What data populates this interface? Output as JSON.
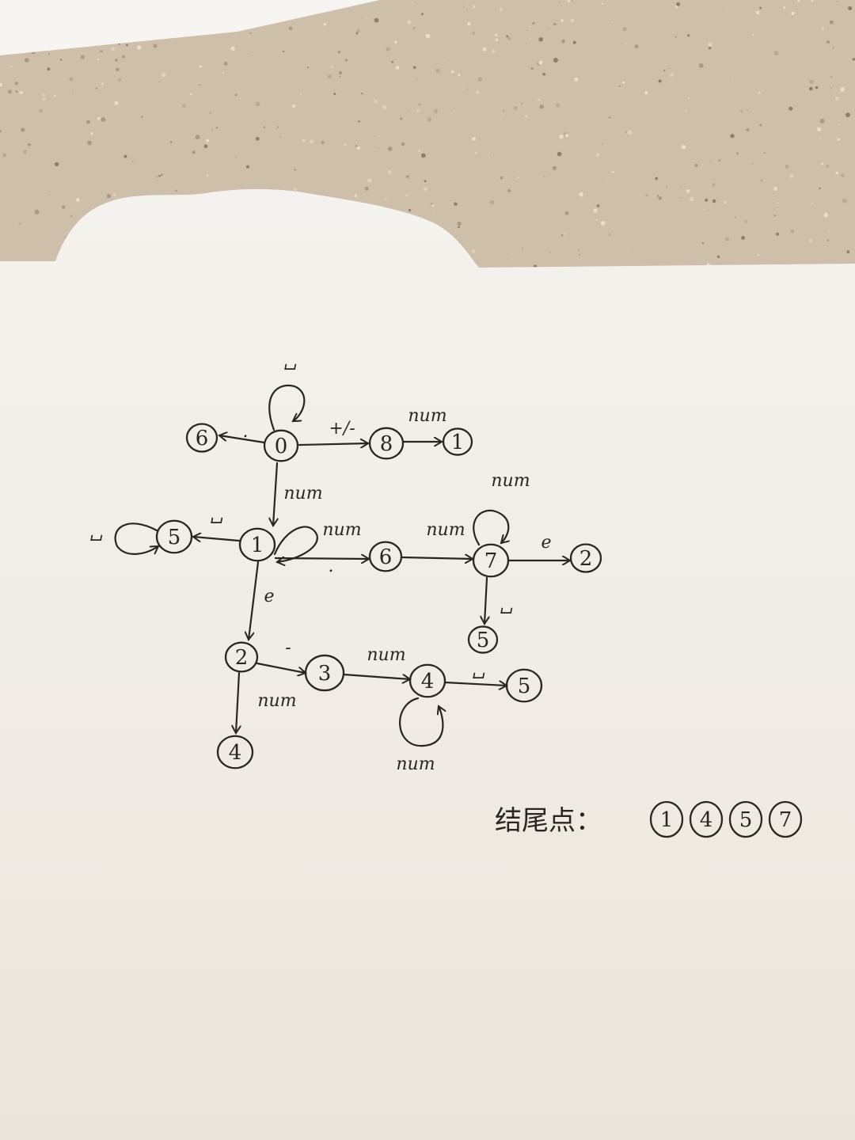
{
  "diagram": {
    "nodes": [
      {
        "id": "n0",
        "label": "0"
      },
      {
        "id": "n6a",
        "label": "6"
      },
      {
        "id": "n8",
        "label": "8"
      },
      {
        "id": "n1a",
        "label": "1"
      },
      {
        "id": "n1",
        "label": "1"
      },
      {
        "id": "n5a",
        "label": "5"
      },
      {
        "id": "n6b",
        "label": "6"
      },
      {
        "id": "n7",
        "label": "7"
      },
      {
        "id": "n2a",
        "label": "2"
      },
      {
        "id": "n5b",
        "label": "5"
      },
      {
        "id": "n2",
        "label": "2"
      },
      {
        "id": "n3",
        "label": "3"
      },
      {
        "id": "n4",
        "label": "4"
      },
      {
        "id": "n5c",
        "label": "5"
      },
      {
        "id": "n4b",
        "label": "4"
      }
    ],
    "edges": [
      {
        "from": "n0",
        "to": "n0",
        "label": "␣"
      },
      {
        "from": "n0",
        "to": "n6a",
        "label": "."
      },
      {
        "from": "n0",
        "to": "n8",
        "label": "+/-"
      },
      {
        "from": "n8",
        "to": "n1a",
        "label": "num"
      },
      {
        "from": "n0",
        "to": "n1",
        "label": "num"
      },
      {
        "from": "n1",
        "to": "n1",
        "label": "num"
      },
      {
        "from": "n1",
        "to": "n5a",
        "label": "␣"
      },
      {
        "from": "n5a",
        "to": "n5a",
        "label": "␣"
      },
      {
        "from": "n1",
        "to": "n6b",
        "label": "."
      },
      {
        "from": "n6b",
        "to": "n7",
        "label": "num"
      },
      {
        "from": "n7",
        "to": "n7",
        "label": "num"
      },
      {
        "from": "n7",
        "to": "n2a",
        "label": "e"
      },
      {
        "from": "n7",
        "to": "n5b",
        "label": "␣"
      },
      {
        "from": "n1",
        "to": "n2",
        "label": "e"
      },
      {
        "from": "n2",
        "to": "n3",
        "label": "-"
      },
      {
        "from": "n3",
        "to": "n4",
        "label": "num"
      },
      {
        "from": "n4",
        "to": "n4",
        "label": "num"
      },
      {
        "from": "n4",
        "to": "n5c",
        "label": "␣"
      },
      {
        "from": "n2",
        "to": "n4b",
        "label": "num"
      }
    ]
  },
  "legend": {
    "label": "结尾点：",
    "nodes": [
      "1",
      "4",
      "5",
      "7"
    ]
  },
  "colors": {
    "ink": "#2a2520",
    "paper": "#f1eee8",
    "countertop": "#cdbfa9"
  }
}
